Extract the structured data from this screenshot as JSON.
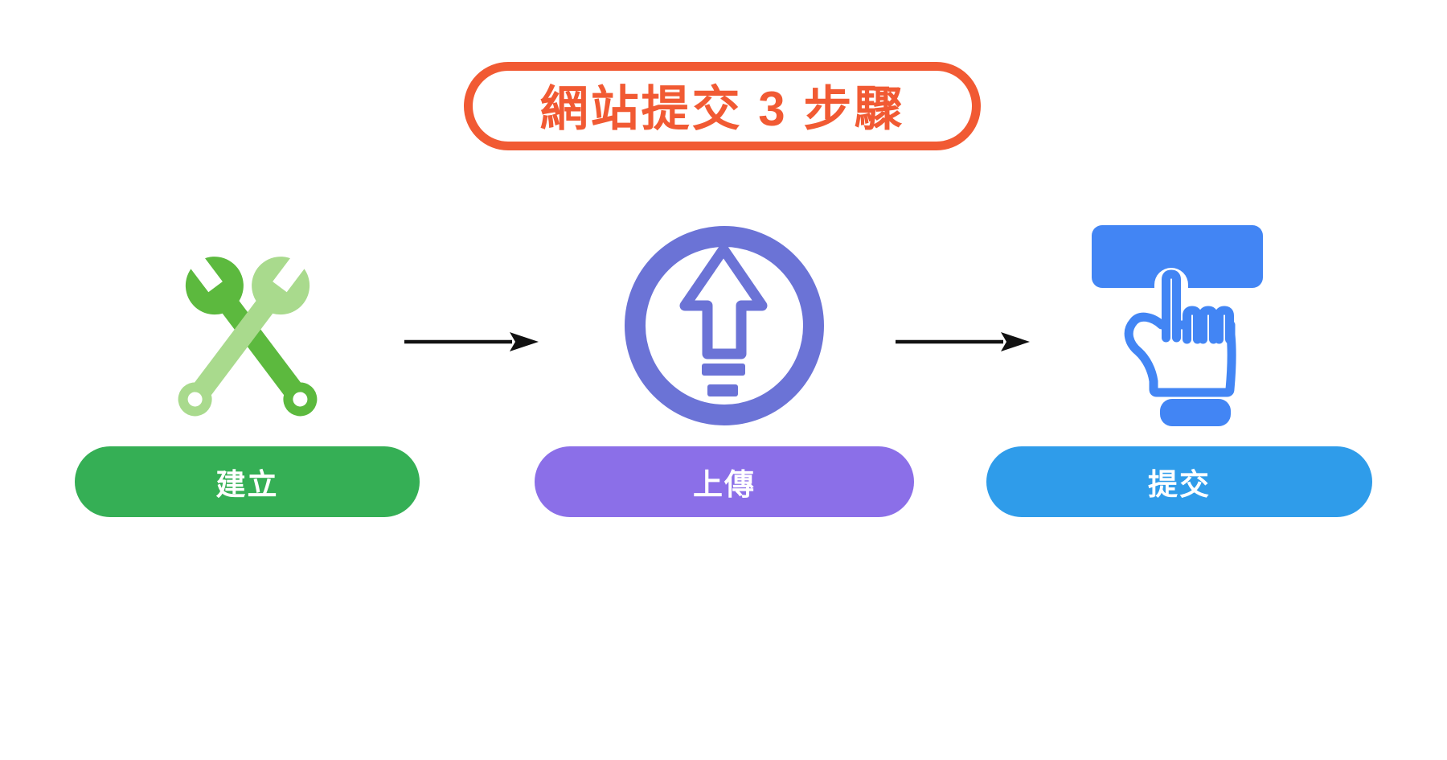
{
  "title": {
    "text": "網站提交 3 步驟",
    "color": "#F15A33"
  },
  "steps": [
    {
      "name": "create",
      "label": "建立",
      "icon": "crossed-wrenches-icon",
      "button_color": "#35AF55",
      "icon_color_primary": "#5CB93E",
      "icon_color_secondary": "#A9DA8D"
    },
    {
      "name": "upload",
      "label": "上傳",
      "icon": "upload-arrow-circle-icon",
      "button_color": "#8B6FE8",
      "icon_color_primary": "#6B73D6"
    },
    {
      "name": "submit",
      "label": "提交",
      "icon": "hand-click-button-icon",
      "button_color": "#2F9CEA",
      "icon_color_primary": "#4285F4"
    }
  ],
  "arrows": {
    "color": "#111111"
  }
}
